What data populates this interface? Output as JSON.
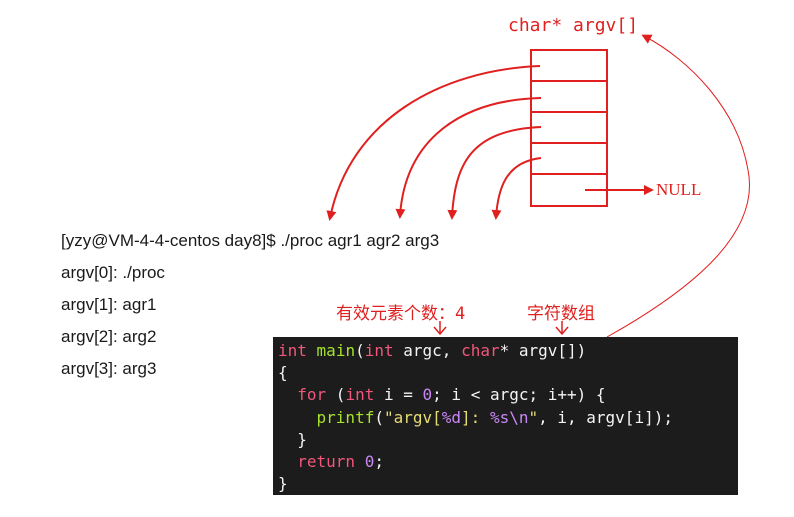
{
  "diagram": {
    "array_title": "char* argv[]",
    "null_label": "NULL",
    "annotation_count": "有效元素个数：4",
    "annotation_array": "字符数组",
    "colors": {
      "accent": "#e0201f",
      "code_bg": "#1c1c1c"
    }
  },
  "terminal": {
    "prompt": "[yzy@VM-4-4-centos day8]$ ./proc agr1 agr2 arg3",
    "outputs": [
      "argv[0]: ./proc",
      "argv[1]: agr1",
      "argv[2]: arg2",
      "argv[3]: arg3"
    ]
  },
  "code": {
    "line1": {
      "type": "int",
      "name": "main",
      "open": "(",
      "type2": "int",
      "arg1": " argc, ",
      "type3": "char",
      "rest": "* argv[])"
    },
    "line2": "{",
    "line3": {
      "kw": "for",
      "a": " (",
      "type": "int",
      "b": " i = ",
      "zero": "0",
      "c": "; i < argc; i++) {"
    },
    "line4": {
      "fn": "printf",
      "a": "(",
      "s1": "\"argv[",
      "fmt1": "%d",
      "s2": "]: ",
      "fmt2": "%s",
      "esc": "\\n",
      "s3": "\"",
      "b": ", i, argv[i]);"
    },
    "line5": "}",
    "line6": {
      "kw": "return",
      "sp": " ",
      "zero": "0",
      "semi": ";"
    },
    "line7": "}"
  }
}
